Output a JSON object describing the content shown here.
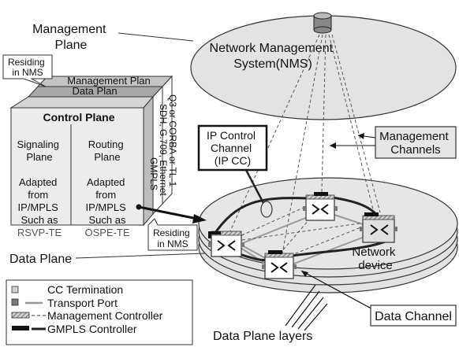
{
  "management_plane_label": [
    "Management",
    "Plane"
  ],
  "nms_label": [
    "Network Management",
    "System(NMS)"
  ],
  "callout_residing_top": [
    "Residing",
    "in NMS"
  ],
  "callout_residing_bottom": [
    "Residing",
    "in NMS"
  ],
  "cube": {
    "management_plan": "Management Plan",
    "data_plan": "Data Plan",
    "control_plane": "Control Plane",
    "signaling": {
      "title": [
        "Signaling",
        "Plane"
      ],
      "body": [
        "Adapted",
        "from",
        "IP/MPLS",
        "Such as"
      ],
      "example": "RSVP-TE"
    },
    "routing": {
      "title": [
        "Routing",
        "Plane"
      ],
      "body": [
        "Adapted",
        "from",
        "IP/MPLS",
        "Such as"
      ],
      "example": "OSPE-TE"
    },
    "side_q3": "Q3 or CORBA or TL-1",
    "side_sdh": "SDH, G.709, Ethernet",
    "side_gmpls": "GMPLS"
  },
  "ip_control_channel": [
    "IP Control",
    "Channel",
    "(IP CC)"
  ],
  "management_channels": [
    "Management",
    "Channels"
  ],
  "network_device": [
    "Network",
    "device"
  ],
  "data_plane_label": "Data Plane",
  "data_channel": "Data Channel",
  "data_plane_layers": "Data Plane layers",
  "legend": {
    "cc_termination": "CC Termination",
    "transport_port": "Transport Port",
    "management_controller": "Management Controller",
    "gmpls_controller": "GMPLS Controller"
  }
}
